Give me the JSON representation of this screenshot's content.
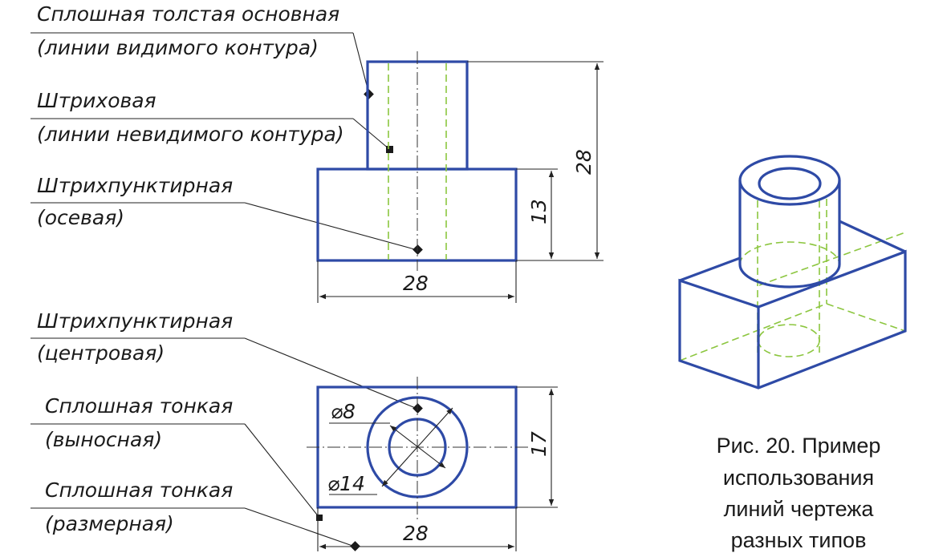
{
  "callouts": [
    {
      "line1": "Сплошная толстая основная",
      "line2": "(линии видимого контура)"
    },
    {
      "line1": "Штриховая",
      "line2": "(линии невидимого контура)"
    },
    {
      "line1": "Штрихпунктирная",
      "line2": "(осевая)"
    },
    {
      "line1": "Штрихпунктирная",
      "line2": "(центровая)"
    },
    {
      "line1": "Сплошная тонкая",
      "line2": "(выносная)"
    },
    {
      "line1": "Сплошная тонкая",
      "line2": "(размерная)"
    }
  ],
  "front_view": {
    "dim_height_total": "28",
    "dim_height_base": "13",
    "dim_width": "28"
  },
  "top_view": {
    "dim_inner_diameter": "⌀8",
    "dim_outer_diameter": "⌀14",
    "dim_depth": "17",
    "dim_width": "28"
  },
  "caption": {
    "line1": "Рис. 20. Пример",
    "line2": "использования",
    "line3": "линий чертежа",
    "line4": "разных типов"
  },
  "colors": {
    "contour": "#2e4aa6",
    "hidden": "#8cc63f",
    "text": "#1a1a1a"
  }
}
